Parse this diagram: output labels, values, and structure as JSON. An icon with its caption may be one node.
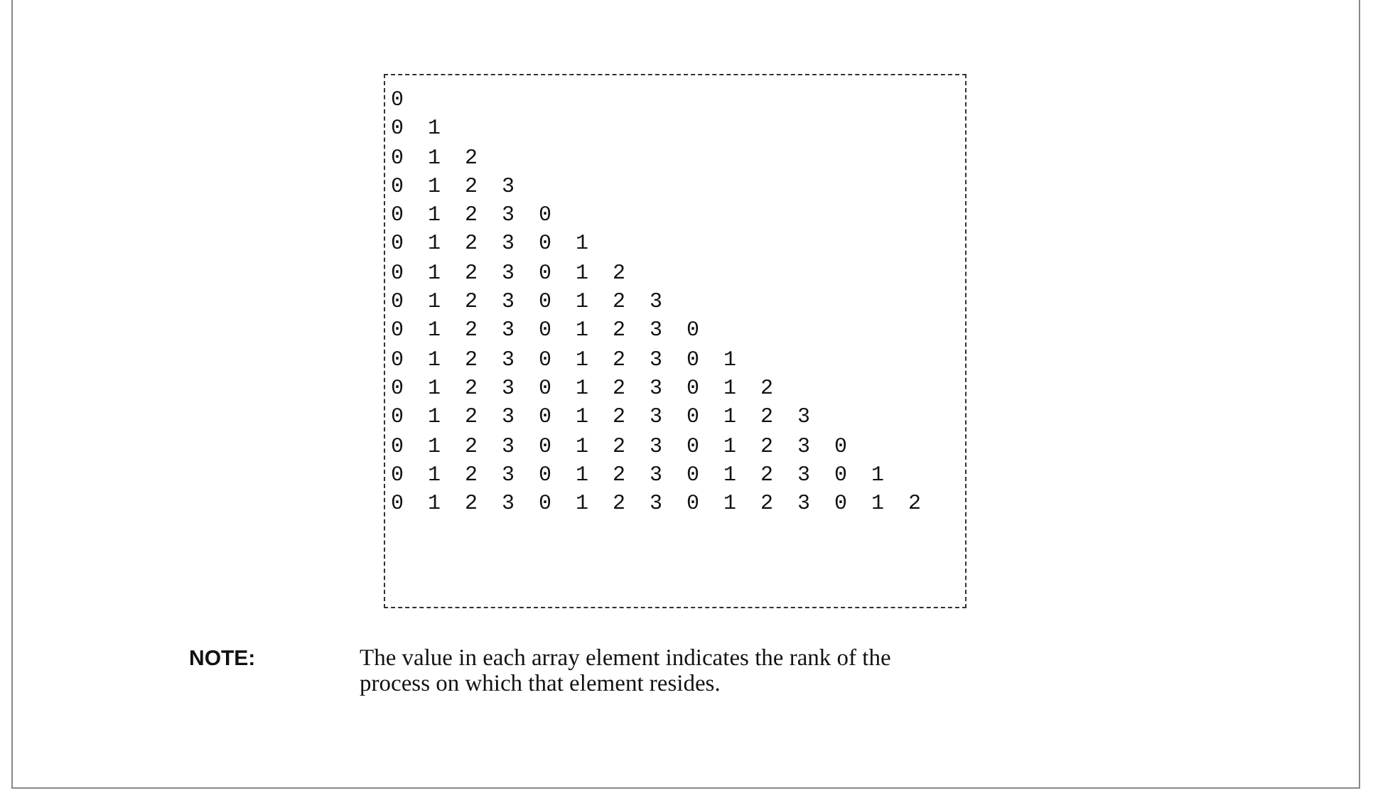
{
  "diagram": {
    "nodes": [
      {
        "text": [
          "0",
          "0 1",
          "0 1 2",
          "0 1 2 3",
          "0 1 2 3 0",
          "0 1 2 3 0 1",
          "0 1 2 3 0 1 2",
          "0 1 2 3 0 1 2 3",
          "0 1 2 3 0 1 2 3 0",
          "0 1 2 3 0 1 2 3 0 1",
          "0 1 2 3 0 1 2 3 0 1 2",
          "0 1 2 3 0 1 2 3 0 1 2 3",
          "0 1 2 3 0 1 2 3 0 1 2 3 0",
          "0 1 2 3 0 1 2 3 0 1 2 3 0 1",
          "0 1 2 3 0 1 2 3 0 1 2 3 0 1 2"
        ]
      }
    ],
    "labels": [
      "NOTE:",
      "The value in each array element indicates the rank of the process on which that element resides."
    ]
  }
}
